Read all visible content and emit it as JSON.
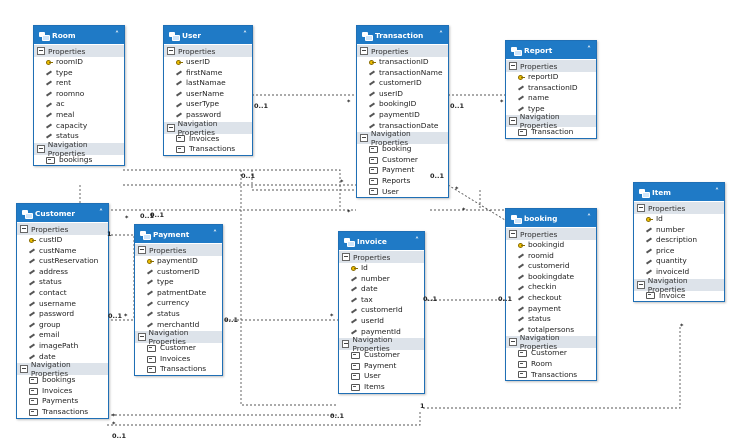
{
  "labels": {
    "properties": "Properties",
    "navigation_properties": "Navigation Properties"
  },
  "entities": {
    "room": {
      "name": "Room",
      "properties": [
        {
          "name": "roomID",
          "key": true
        },
        {
          "name": "type"
        },
        {
          "name": "rent"
        },
        {
          "name": "roomno"
        },
        {
          "name": "ac"
        },
        {
          "name": "meal"
        },
        {
          "name": "capacity"
        },
        {
          "name": "status"
        }
      ],
      "navigation": [
        "bookings"
      ]
    },
    "user": {
      "name": "User",
      "properties": [
        {
          "name": "userID",
          "key": true
        },
        {
          "name": "firstName"
        },
        {
          "name": "lastNamae"
        },
        {
          "name": "userName"
        },
        {
          "name": "userType"
        },
        {
          "name": "password"
        }
      ],
      "navigation": [
        "Invoices",
        "Transactions"
      ]
    },
    "transaction": {
      "name": "Transaction",
      "properties": [
        {
          "name": "transactionID",
          "key": true
        },
        {
          "name": "transactionName"
        },
        {
          "name": "customerID"
        },
        {
          "name": "userID"
        },
        {
          "name": "bookingID"
        },
        {
          "name": "paymentID"
        },
        {
          "name": "transactionDate"
        }
      ],
      "navigation": [
        "booking",
        "Customer",
        "Payment",
        "Reports",
        "User"
      ]
    },
    "report": {
      "name": "Report",
      "properties": [
        {
          "name": "reportID",
          "key": true
        },
        {
          "name": "transactionID"
        },
        {
          "name": "name"
        },
        {
          "name": "type"
        }
      ],
      "navigation": [
        "Transaction"
      ]
    },
    "customer": {
      "name": "Customer",
      "properties": [
        {
          "name": "custID",
          "key": true
        },
        {
          "name": "custName"
        },
        {
          "name": "custReservation"
        },
        {
          "name": "address"
        },
        {
          "name": "status"
        },
        {
          "name": "contact"
        },
        {
          "name": "username"
        },
        {
          "name": "password"
        },
        {
          "name": "group"
        },
        {
          "name": "email"
        },
        {
          "name": "imagePath"
        },
        {
          "name": "date"
        }
      ],
      "navigation": [
        "bookings",
        "Invoices",
        "Payments",
        "Transactions"
      ]
    },
    "payment": {
      "name": "Payment",
      "properties": [
        {
          "name": "paymentID",
          "key": true
        },
        {
          "name": "customerID"
        },
        {
          "name": "type"
        },
        {
          "name": "patmentDate"
        },
        {
          "name": "currency"
        },
        {
          "name": "status"
        },
        {
          "name": "merchantId"
        }
      ],
      "navigation": [
        "Customer",
        "Invoices",
        "Transactions"
      ]
    },
    "invoice": {
      "name": "Invoice",
      "properties": [
        {
          "name": "Id",
          "key": true
        },
        {
          "name": "number"
        },
        {
          "name": "date"
        },
        {
          "name": "tax"
        },
        {
          "name": "customerId"
        },
        {
          "name": "userId"
        },
        {
          "name": "paymentId"
        }
      ],
      "navigation": [
        "Customer",
        "Payment",
        "User",
        "Items"
      ]
    },
    "booking": {
      "name": "booking",
      "properties": [
        {
          "name": "bookingid",
          "key": true
        },
        {
          "name": "roomid"
        },
        {
          "name": "customerid"
        },
        {
          "name": "bookingdate"
        },
        {
          "name": "checkin"
        },
        {
          "name": "checkout"
        },
        {
          "name": "payment"
        },
        {
          "name": "status"
        },
        {
          "name": "totalpersons"
        }
      ],
      "navigation": [
        "Customer",
        "Room",
        "Transactions"
      ]
    },
    "item": {
      "name": "Item",
      "properties": [
        {
          "name": "Id",
          "key": true
        },
        {
          "name": "number"
        },
        {
          "name": "description"
        },
        {
          "name": "price"
        },
        {
          "name": "quantity"
        },
        {
          "name": "invoiceId"
        }
      ],
      "navigation": [
        "Invoice"
      ]
    }
  },
  "multiplicities": [
    "0..1",
    "*",
    "0..1",
    "*",
    "0..1",
    "*",
    "0..1",
    "*",
    "0..1",
    "*",
    "1",
    "*",
    "0..1",
    "*",
    "0..1",
    "*",
    "0..1",
    "0..1",
    "*",
    "0..1",
    "*",
    "1",
    "*",
    "0..1",
    "*",
    "0..1"
  ]
}
